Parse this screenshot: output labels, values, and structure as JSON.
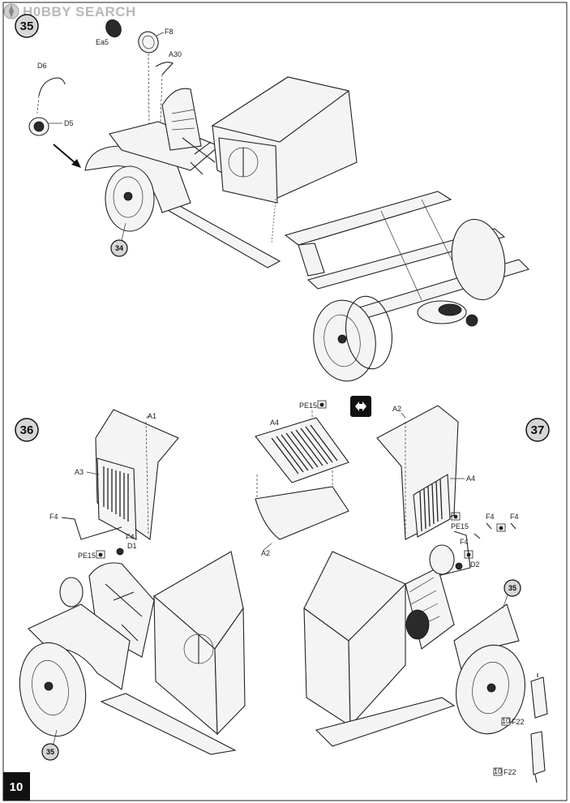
{
  "watermark": {
    "text": "H0BBY SEARCH",
    "icon": "compass-logo-icon"
  },
  "page_number": "10",
  "steps": {
    "s35": {
      "number": "35",
      "sub_step_ref": "34",
      "parts": {
        "ea5": "Ea5",
        "f8": "F8",
        "a30": "A30",
        "d6": "D6",
        "d5": "D5"
      }
    },
    "s36": {
      "number": "36",
      "sub_step_ref": "35",
      "parts": {
        "a1": "A1",
        "a3": "A3",
        "f4": "F4",
        "pe15": "PE15",
        "d1": "D1"
      }
    },
    "center": {
      "icon": "choose-option-icon",
      "parts": {
        "pe15": "PE15",
        "a4": "A4",
        "a2": "A2"
      }
    },
    "s37": {
      "number": "37",
      "sub_step_ref": "35",
      "parts": {
        "a2": "A2",
        "a4": "A4",
        "pe15": "PE15",
        "f4a": "F4",
        "f4b": "F4",
        "f4c": "F4",
        "d2": "D2",
        "f22_ref1": "10",
        "f22a": "F22",
        "f22_ref2": "10",
        "f22b": "F22"
      }
    }
  }
}
